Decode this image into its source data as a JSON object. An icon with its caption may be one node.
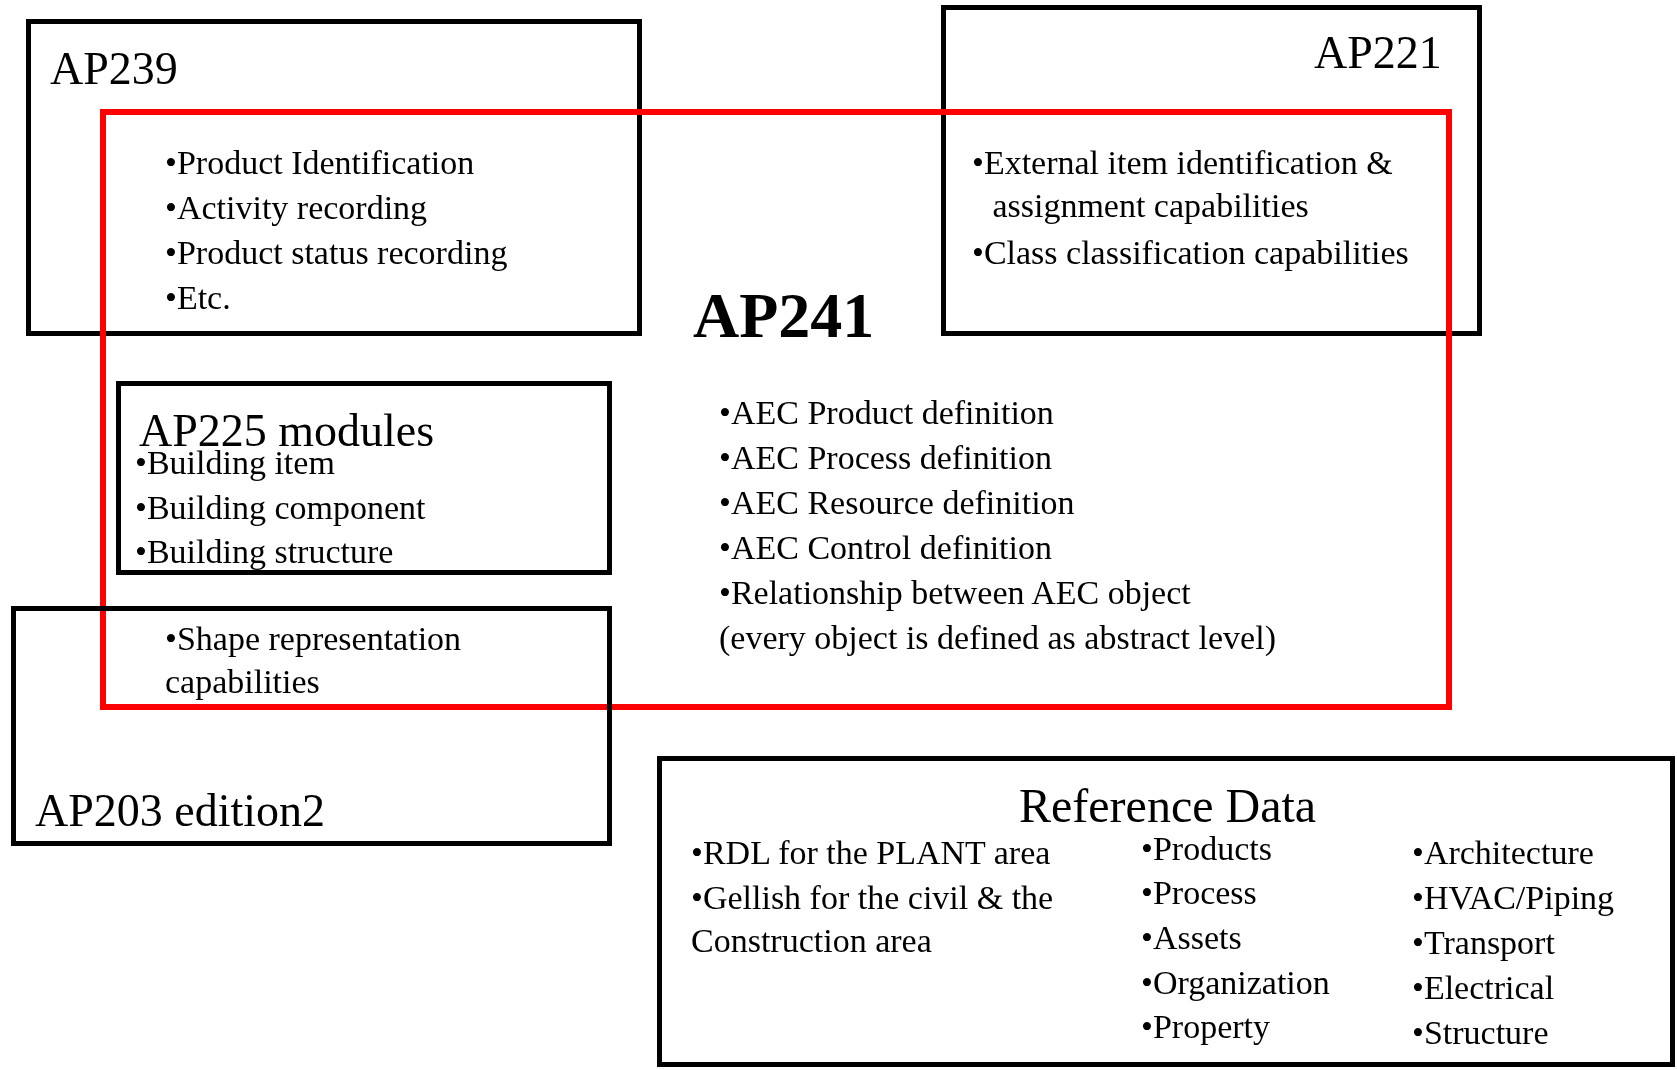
{
  "diagram": {
    "nodes": [
      {
        "text": [
          "AP239",
          "•Product Identification",
          "•Activity recording",
          "•Product status recording",
          "•Etc."
        ]
      },
      {
        "text": [
          "AP221",
          "•External item identification & assignment capabilities",
          "•Class classification capabilities"
        ]
      },
      {
        "text": [
          "AP241",
          "•AEC Product definition",
          "•AEC Process definition",
          "•AEC Resource definition",
          "•AEC Control definition",
          "•Relationship between AEC object",
          "(every object is defined as abstract level)"
        ]
      },
      {
        "text": [
          "AP225 modules",
          "•Building item",
          "•Building component",
          "•Building structure"
        ],
        "in": 2
      },
      {
        "text": [
          "•Shape representation capabilities",
          "AP203 edition2"
        ]
      },
      {
        "text": [
          "Reference Data",
          "•RDL for the PLANT area",
          "•Gellish for the civil & the Construction area",
          "•Products",
          "•Process",
          "•Assets",
          "•Organization",
          "•Property",
          "•Architecture",
          "•HVAC/Piping",
          "•Transport",
          "•Electrical",
          "•Structure"
        ]
      }
    ]
  }
}
